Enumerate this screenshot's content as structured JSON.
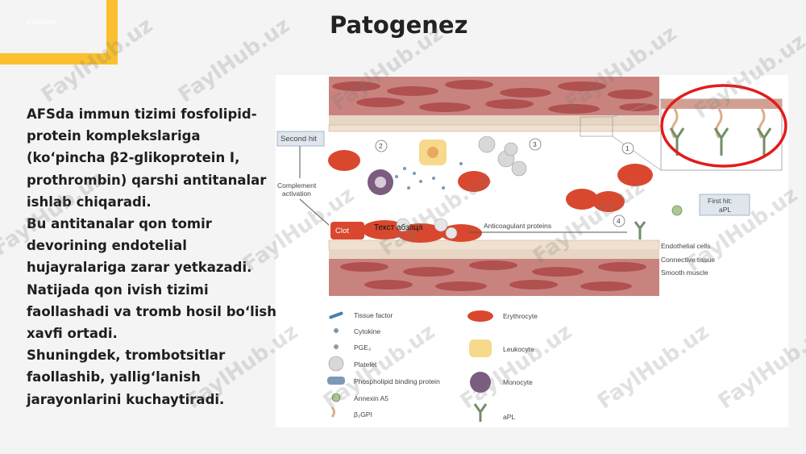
{
  "corner_label": "Econom",
  "title": "Patogenez",
  "paragraphs": [
    "AFSda immun tizimi fosfolipid-protein komplekslariga (ko‘pincha β2-glikoprotein I, prothrombin) qarshi antitanalar ishlab chiqaradi.",
    " Bu antitanalar qon tomir devorining endotelial hujayralariga zarar yetkazadi.",
    " Natijada qon ivish tizimi faollashadi va tromb hosil bo‘lish xavfi ortadi.",
    " Shuningdek, trombotsitlar faollashib, yallig‘lanish jarayonlarini kuchaytiradi."
  ],
  "figure": {
    "second_hit": "Second hit",
    "complement": [
      "Complement",
      "activation"
    ],
    "clot": "Clot",
    "overlay_text": "Текст абзаца",
    "anticoagulant": "Anticoagulant proteins",
    "first_hit": [
      "First hit:",
      "aPL"
    ],
    "layers": [
      "Endothelial cells",
      "Connective tissue",
      "Smooth muscle"
    ],
    "step_numbers": [
      "1",
      "2",
      "3",
      "4"
    ],
    "legend_left": [
      "Tissue factor",
      "Cytokine",
      "PGE₂",
      "Platelet",
      "Phospholipid binding protein",
      "Annexin A5",
      "β₂GPI"
    ],
    "legend_right": [
      "Erythrocyte",
      "Leukocyte",
      "Monocyte",
      "aPL"
    ]
  },
  "watermark": "FaylHub.uz",
  "colors": {
    "accent": "#fbc02d",
    "highlight_circle": "#e31b1b",
    "erythrocyte": "#d9482e",
    "muscle": "#b85f5c"
  }
}
